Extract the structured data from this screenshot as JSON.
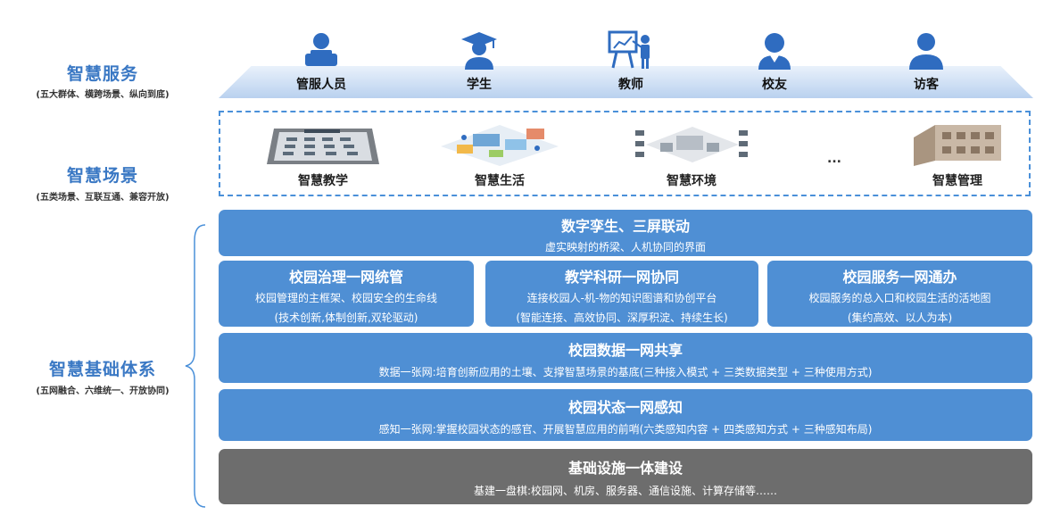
{
  "left": {
    "service_title": "智慧服务",
    "service_sub": "(五大群体、横跨场景、纵向到底)",
    "scene_title": "智慧场景",
    "scene_sub": "(五类场景、互联互通、兼容开放)",
    "base_title": "智慧基础体系",
    "base_sub": "(五网融合、六维统一、开放协同)"
  },
  "people": [
    {
      "label": "管服人员",
      "icon": "admin-staff-icon"
    },
    {
      "label": "学生",
      "icon": "student-graduation-cap-icon"
    },
    {
      "label": "教师",
      "icon": "teacher-presenting-icon"
    },
    {
      "label": "校友",
      "icon": "alumni-icon"
    },
    {
      "label": "访客",
      "icon": "visitor-icon"
    }
  ],
  "scenes": [
    {
      "label": "智慧教学"
    },
    {
      "label": "智慧生活"
    },
    {
      "label": "智慧环境"
    },
    {
      "label": "智慧管理"
    }
  ],
  "scenes_ellipsis": "...",
  "digital_twin": {
    "title": "数字孪生、三屏联动",
    "text": "虚实映射的桥梁、人机协同的界面"
  },
  "pillars": [
    {
      "title": "校园治理一网统管",
      "line1": "校园管理的主框架、校园安全的生命线",
      "line2": "(技术创新,体制创新,双轮驱动)"
    },
    {
      "title": "教学科研一网协同",
      "line1": "连接校园人-机-物的知识图谱和协创平台",
      "line2": "(智能连接、高效协同、深厚积淀、持续生长)"
    },
    {
      "title": "校园服务一网通办",
      "line1": "校园服务的总入口和校园生活的活地图",
      "line2": "(集约高效、以人为本)"
    }
  ],
  "data_share": {
    "title": "校园数据一网共享",
    "text": "数据一张网:培育创新应用的土壤、支撑智慧场景的基底(三种接入模式 + 三类数据类型 + 三种使用方式)"
  },
  "state_sense": {
    "title": "校园状态一网感知",
    "text": "感知一张网:掌握校园状态的感官、开展智慧应用的前哨(六类感知内容 + 四类感知方式 + 三种感知布局)"
  },
  "infra": {
    "title": "基础设施一体建设",
    "text": "基建一盘棋:校园网、机房、服务器、通信设施、计算存储等……"
  },
  "colors": {
    "accent": "#3a78c4",
    "block": "#4f8fd4",
    "infra": "#6d6d6d"
  }
}
